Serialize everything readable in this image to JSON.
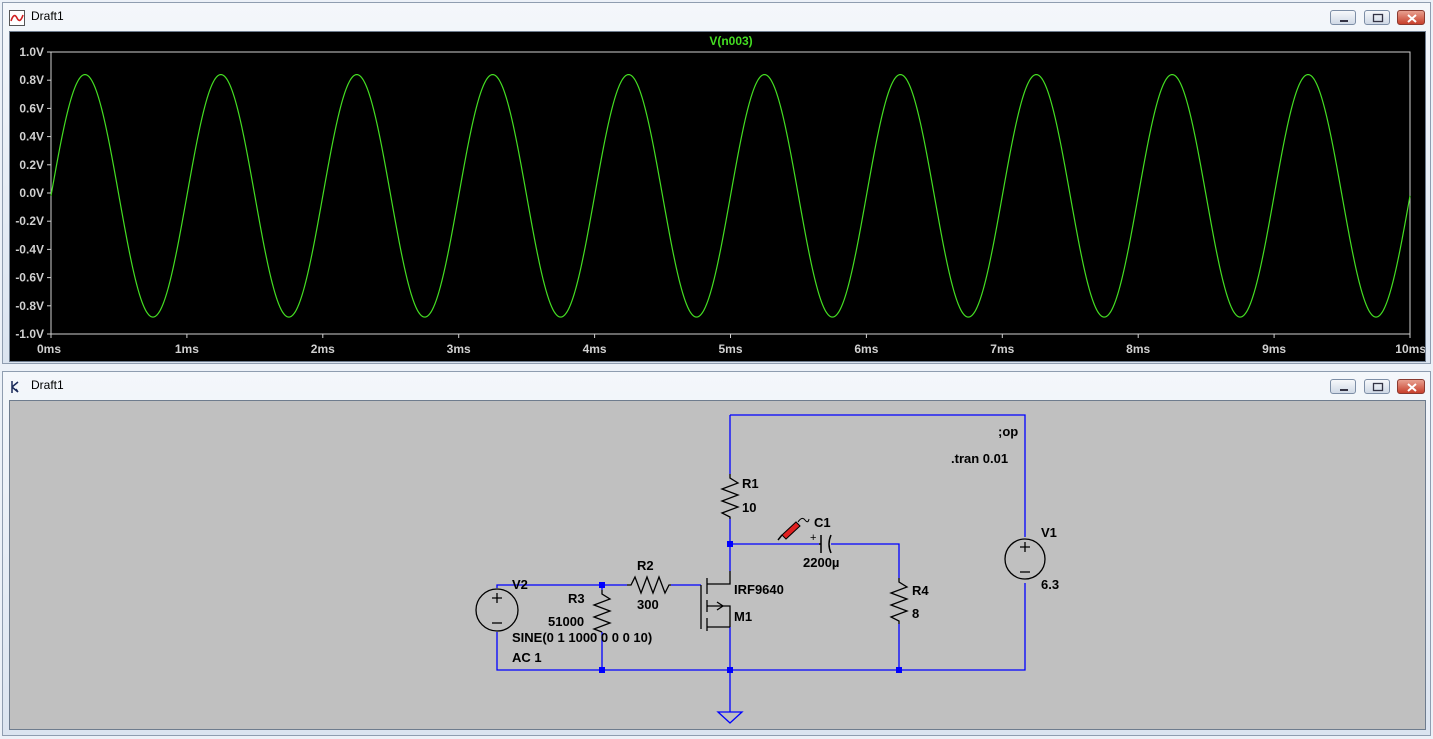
{
  "plot_window": {
    "title": "Draft1",
    "icon": "waveform-icon",
    "trace_label": "V(n003)",
    "colors": {
      "background": "#000000",
      "trace": "#44dd22",
      "axes": "#d0d0d0",
      "label": "#44dd22"
    },
    "window_buttons": [
      "minimize-icon",
      "maximize-icon",
      "close-icon"
    ]
  },
  "schematic_window": {
    "title": "Draft1",
    "icon": "schematic-icon",
    "colors": {
      "background": "#c0c0c0",
      "wire": "#0000ff",
      "junction": "#0000ff",
      "text": "#000000",
      "component": "#000000"
    },
    "window_buttons": [
      "minimize-icon",
      "maximize-icon",
      "close-icon"
    ],
    "components": {
      "R1": {
        "name": "R1",
        "value": "10"
      },
      "R2": {
        "name": "R2",
        "value": "300"
      },
      "R3": {
        "name": "R3",
        "value": "51000"
      },
      "R4": {
        "name": "R4",
        "value": "8"
      },
      "C1": {
        "name": "C1",
        "value": "2200µ",
        "polarity": "+"
      },
      "M1": {
        "name": "M1",
        "model": "IRF9640"
      },
      "V1": {
        "name": "V1",
        "value": "6.3"
      },
      "V2": {
        "name": "V2",
        "value": "SINE(0 1 1000 0 0 0 10)",
        "ac": "AC 1"
      }
    },
    "directives": [
      ";op",
      ".tran 0.01"
    ]
  },
  "chart_data": {
    "type": "line",
    "title": "V(n003)",
    "xlabel": "",
    "ylabel": "",
    "x_ticks": [
      "0ms",
      "1ms",
      "2ms",
      "3ms",
      "4ms",
      "5ms",
      "6ms",
      "7ms",
      "8ms",
      "9ms",
      "10ms"
    ],
    "y_ticks": [
      "1.0V",
      "0.8V",
      "0.6V",
      "0.4V",
      "0.2V",
      "0.0V",
      "-0.2V",
      "-0.4V",
      "-0.6V",
      "-0.8V",
      "-1.0V"
    ],
    "xlim": [
      0,
      10
    ],
    "ylim": [
      -1.0,
      1.0
    ],
    "grid": false,
    "series": [
      {
        "name": "V(n003)",
        "color": "#44dd22",
        "function": "sine",
        "frequency_hz": 1000,
        "x_unit": "ms",
        "offset_v": -0.02,
        "amplitude_v": 0.86,
        "phase": 0
      }
    ]
  }
}
